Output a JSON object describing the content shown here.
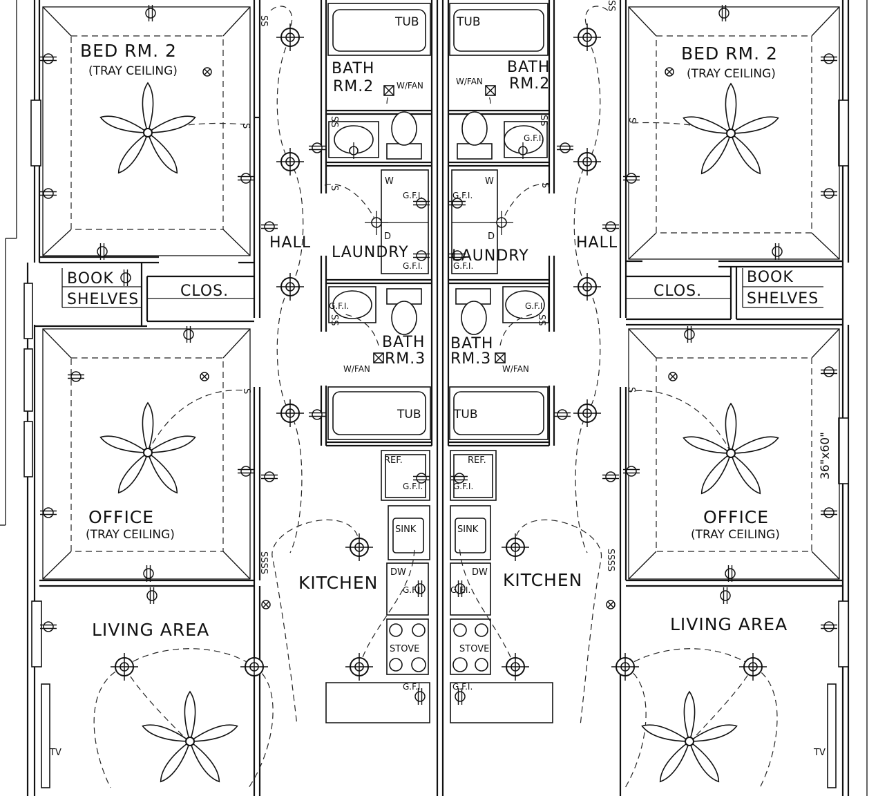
{
  "rooms": {
    "bed_rm_2": "BED  RM. 2",
    "tray_ceiling": "(TRAY  CEILING)",
    "office": "OFFICE",
    "living_area": "LIVING  AREA",
    "hall": "HALL",
    "laundry": "LAUNDRY",
    "kitchen": "KITCHEN",
    "bath": "BATH",
    "rm2": "RM.2",
    "rm3": "RM.3",
    "book": "BOOK",
    "shelves": "SHELVES",
    "clos": "CLOS."
  },
  "fixtures": {
    "tub": "TUB",
    "ref": "REF.",
    "sink": "SINK",
    "dw": "DW",
    "stove": "STOVE",
    "washer": "W",
    "dryer": "D",
    "gfi": "G.F.I.",
    "w_fan": "W/FAN",
    "tv": "TV",
    "switch": "S",
    "double_switch": "SS",
    "quad_switch": "SSSS"
  },
  "dimensions": {
    "window": "36\"x60\""
  }
}
